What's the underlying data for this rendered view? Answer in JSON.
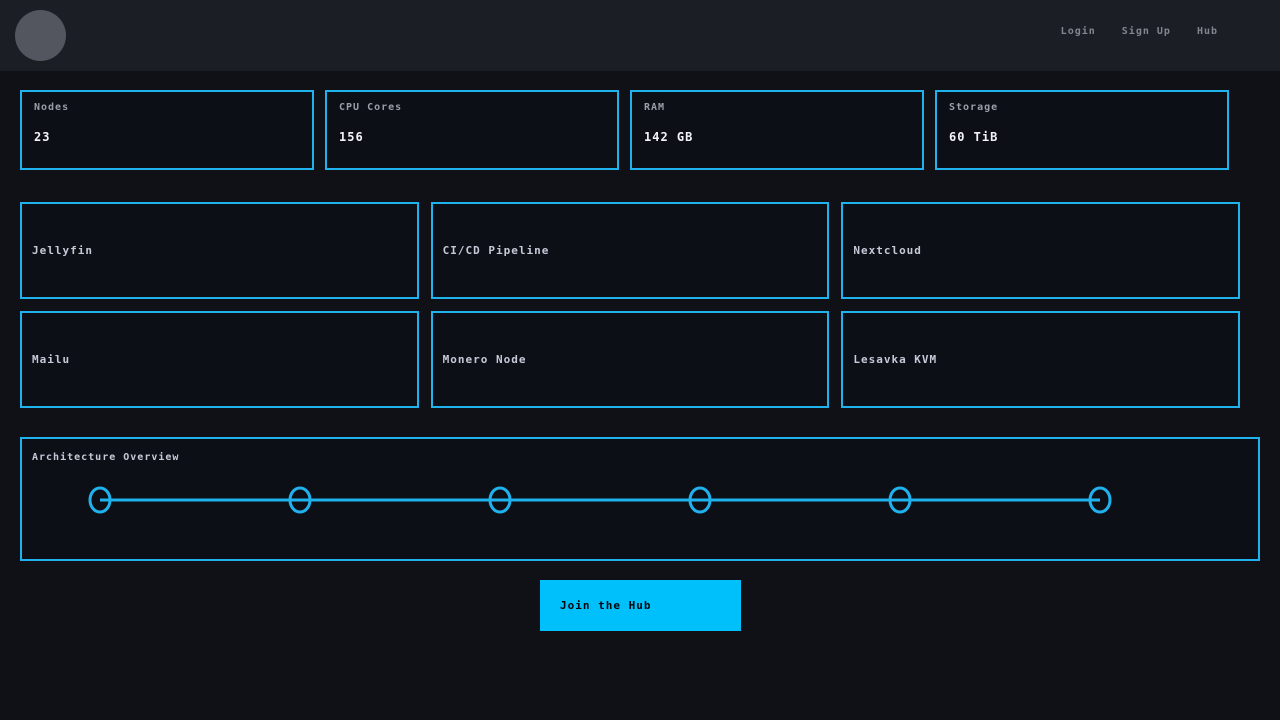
{
  "header": {
    "nav": [
      {
        "label": "Login"
      },
      {
        "label": "Sign Up"
      },
      {
        "label": "Hub"
      }
    ]
  },
  "stats": [
    {
      "label": "Nodes",
      "value": "23"
    },
    {
      "label": "CPU Cores",
      "value": "156"
    },
    {
      "label": "RAM",
      "value": "142 GB"
    },
    {
      "label": "Storage",
      "value": "60 TiB"
    }
  ],
  "services": [
    {
      "name": "Jellyfin"
    },
    {
      "name": "CI/CD Pipeline"
    },
    {
      "name": "Nextcloud"
    },
    {
      "name": "Mailu"
    },
    {
      "name": "Monero Node"
    },
    {
      "name": "Lesavka KVM"
    }
  ],
  "architecture": {
    "title": "Architecture Overview",
    "node_count": 6
  },
  "cta": {
    "label": "Join the Hub"
  },
  "colors": {
    "accent": "#1fb2ec",
    "button": "#00c0fb"
  }
}
